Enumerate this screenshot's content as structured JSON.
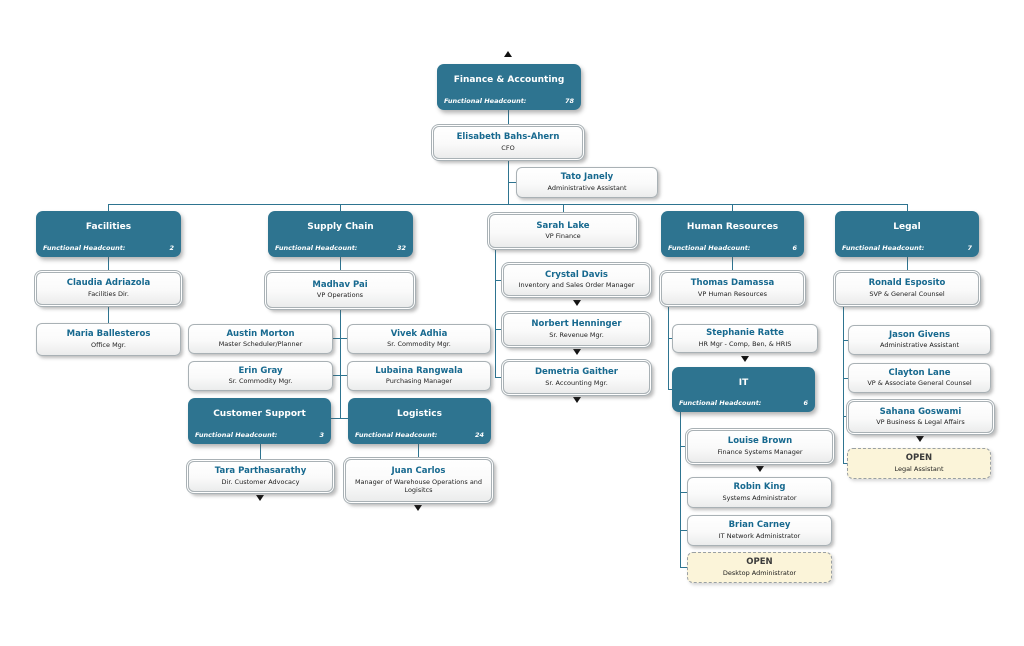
{
  "labels": {
    "headcount": "Functional Headcount:"
  },
  "colors": {
    "department_fill": "#2E7490",
    "connector_line": "#2E7490",
    "name_text": "#17698F",
    "open_fill": "#FBF4D9",
    "background": "#FFFFFF"
  },
  "nodes": {
    "fa": {
      "title": "Finance & Accounting",
      "hc": "78"
    },
    "elisabeth": {
      "name": "Elisabeth Bahs-Ahern",
      "title": "CFO"
    },
    "tato": {
      "name": "Tato Janely",
      "title": "Administrative Assistant"
    },
    "facilities": {
      "title": "Facilities",
      "hc": "2"
    },
    "claudia": {
      "name": "Claudia Adriazola",
      "title": "Facilities Dir."
    },
    "maria": {
      "name": "Maria Ballesteros",
      "title": "Office Mgr."
    },
    "supply": {
      "title": "Supply Chain",
      "hc": "32"
    },
    "madhav": {
      "name": "Madhav Pai",
      "title": "VP Operations"
    },
    "austin": {
      "name": "Austin Morton",
      "title": "Master Scheduler/Planner"
    },
    "vivek": {
      "name": "Vivek Adhia",
      "title": "Sr. Commodity Mgr."
    },
    "erin": {
      "name": "Erin Gray",
      "title": "Sr. Commodity Mgr."
    },
    "lubaina": {
      "name": "Lubaina Rangwala",
      "title": "Purchasing Manager"
    },
    "cs": {
      "title": "Customer Support",
      "hc": "3"
    },
    "logistics": {
      "title": "Logistics",
      "hc": "24"
    },
    "tara": {
      "name": "Tara Parthasarathy",
      "title": "Dir. Customer Advocacy"
    },
    "juan": {
      "name": "Juan Carlos",
      "title": "Manager of Warehouse Operations and Logisitcs"
    },
    "sarah": {
      "name": "Sarah Lake",
      "title": "VP Finance"
    },
    "crystal": {
      "name": "Crystal Davis",
      "title": "Inventory and Sales Order Manager"
    },
    "norbert": {
      "name": "Norbert Henninger",
      "title": "Sr. Revenue Mgr."
    },
    "demetria": {
      "name": "Demetria Gaither",
      "title": "Sr. Accounting Mgr."
    },
    "hr": {
      "title": "Human Resources",
      "hc": "6"
    },
    "thomas": {
      "name": "Thomas Damassa",
      "title": "VP Human Resources"
    },
    "stephanie": {
      "name": "Stephanie Ratte",
      "title": "HR Mgr - Comp, Ben, & HRIS"
    },
    "it": {
      "title": "IT",
      "hc": "6"
    },
    "louise": {
      "name": "Louise Brown",
      "title": "Finance Systems Manager"
    },
    "robin": {
      "name": "Robin King",
      "title": "Systems Administrator"
    },
    "brian": {
      "name": "Brian Carney",
      "title": "IT Network Administrator"
    },
    "open_desktop": {
      "name": "OPEN",
      "title": "Desktop Administrator"
    },
    "legal": {
      "title": "Legal",
      "hc": "7"
    },
    "ronald": {
      "name": "Ronald Esposito",
      "title": "SVP & General Counsel"
    },
    "jason": {
      "name": "Jason Givens",
      "title": "Administrative Assistant"
    },
    "clayton": {
      "name": "Clayton Lane",
      "title": "VP & Associate General Counsel"
    },
    "sahana": {
      "name": "Sahana Goswami",
      "title": "VP Business & Legal Affairs"
    },
    "open_legal": {
      "name": "OPEN",
      "title": "Legal Assistant"
    }
  }
}
